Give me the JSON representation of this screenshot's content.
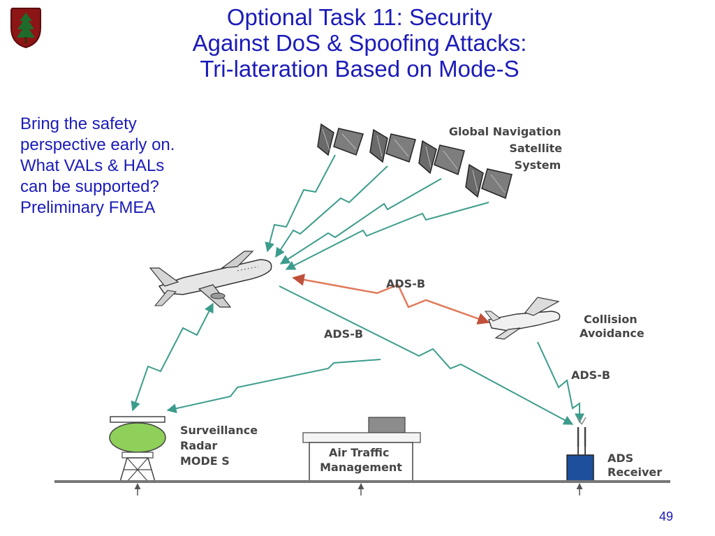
{
  "slide": {
    "title_lines": [
      "Optional Task 11: Security",
      "Against DoS & Spoofing Attacks:",
      "Tri-lateration Based on Mode-S"
    ],
    "bullet_lines": [
      "Bring the safety",
      "perspective early on.",
      "What VALs & HALs",
      "can be supported?",
      "Preliminary FMEA"
    ],
    "page_number": "49"
  },
  "diagram": {
    "gnss_label": [
      "Global Navigation",
      "Satellite",
      "System"
    ],
    "adsb_label_top": "ADS-B",
    "adsb_label_left": "ADS-B",
    "adsb_label_right": "ADS-B",
    "collision_label": [
      "Collision",
      "Avoidance"
    ],
    "radar_label": [
      "Surveillance",
      "Radar",
      "MODE S"
    ],
    "atm_label": [
      "Air Traffic",
      "Management"
    ],
    "receiver_label": [
      "ADS",
      "Receiver"
    ]
  },
  "colors": {
    "title_text": "#1b1bb8",
    "link_arrows": "#3c9c8c",
    "adsb_collision_arrow": "#e07a5a",
    "radar_dome": "#8ed05a",
    "receiver_box": "#1e4f9c",
    "logo_red": "#8c1515"
  },
  "icons": [
    "stanford-logo-icon",
    "satellite-icon",
    "airliner-icon",
    "business-jet-icon",
    "radar-icon",
    "atm-building-icon",
    "receiver-antenna-icon"
  ]
}
